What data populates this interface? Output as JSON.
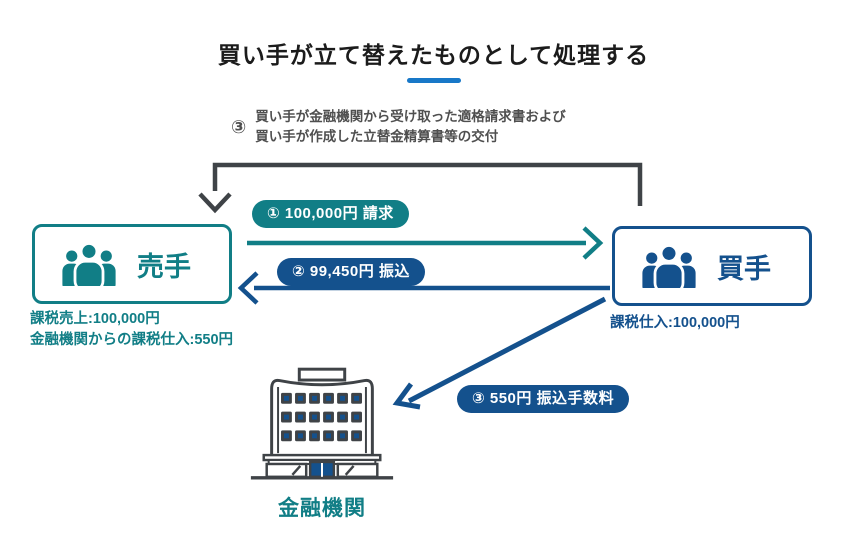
{
  "title": "買い手が立て替えたものとして処理する",
  "annotation": {
    "number": "③",
    "line1": "買い手が金融機関から受け取った適格請求書および",
    "line2": "買い手が作成した立替金精算書等の交付"
  },
  "seller": {
    "label": "売手",
    "notes": [
      "課税売上:100,000円",
      "金融機関からの課税仕入:550円"
    ]
  },
  "buyer": {
    "label": "買手",
    "notes": [
      "課税仕入:100,000円"
    ]
  },
  "bank": {
    "label": "金融機関"
  },
  "flows": {
    "flow1": "① 100,000円 請求",
    "flow2": "② 99,450円 振込",
    "flow3": "③ 550円 振込手数料"
  },
  "colors": {
    "teal": "#117e86",
    "blue": "#14518d",
    "gray_arrow": "#3f4347",
    "annotation_text": "#4f4f4f",
    "underline": "#1878c8",
    "title_text": "#1b1b1b",
    "background": "#ffffff"
  }
}
